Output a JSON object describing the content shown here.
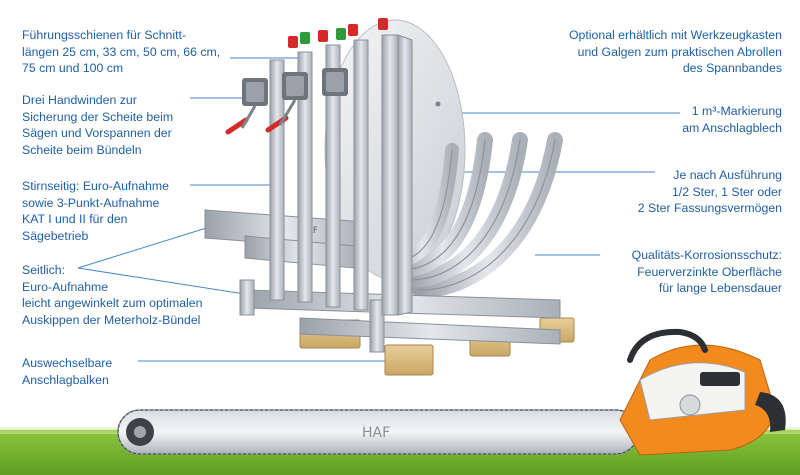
{
  "callouts": {
    "rail_lengths": "Führungsschienen für Schnitt-\nlängen 25 cm, 33 cm, 50 cm, 66 cm,\n75 cm und 100 cm",
    "hand_winches": "Drei Handwinden zur\nSicherung der Scheite beim\nSägen und Vorspannen der\nScheite beim Bündeln",
    "front_mount": "Stirnseitig: Euro-Aufnahme\nsowie 3-Punkt-Aufnahme\nKAT I und II für den\nSägebetrieb",
    "side_mount": "Seitlich:\nEuro-Aufnahme\nleicht angewinkelt zum optimalen\nAuskippen der Meterholz-Bündel",
    "stop_beams": "Auswechselbare\nAnschlagbalken",
    "optional_toolbox": "Optional erhältlich mit Werkzeugkasten\nund Galgen zum praktischen Abrollen\ndes Spannbandes",
    "cubic_marking": "1 m³-Markierung\nam Anschlagblech",
    "capacity": "Je nach Ausführung\n1/2 Ster, 1 Ster oder\n2 Ster Fassungsvermögen",
    "corrosion": "Qualitäts-Korrosionsschutz:\nFeuerverzinkte Oberfläche\nfür lange Lebensdauer"
  },
  "brand_mark": "HAF",
  "colors": {
    "callout_text": "#1f5fa6",
    "leader_line": "#4a86c5",
    "grass": "#6fae2c",
    "saw_orange": "#f28a1e",
    "handle_red": "#d42a2a",
    "handle_green": "#2f9a3a",
    "steel": "#c7ccd3"
  }
}
